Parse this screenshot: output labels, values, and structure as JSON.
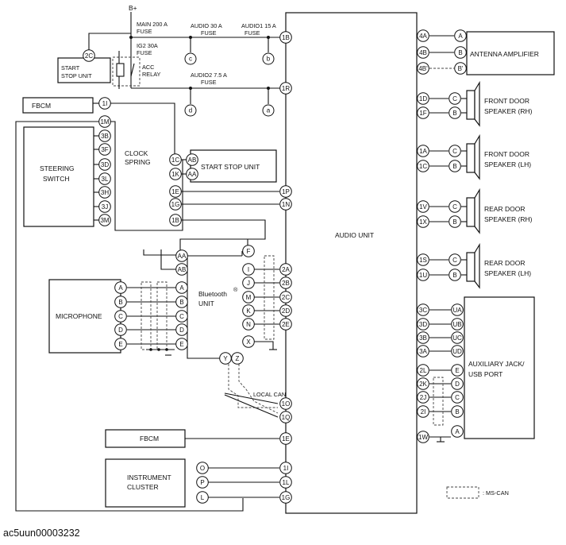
{
  "power": {
    "bplus": "B+",
    "main_fuse": "MAIN 200 A",
    "fuse_word": "FUSE",
    "ig2_fuse": "IG2 30A",
    "audio_fuse": "AUDIO 30 A",
    "audio1_fuse": "AUDIO1 15 A",
    "audio2_fuse": "AUDIO2 7.5 A",
    "acc_relay": "ACC",
    "relay_word": "RELAY"
  },
  "modules": {
    "start_stop": "START",
    "start_stop2": "STOP UNIT",
    "start_stop_full": "START STOP UNIT",
    "fbcm": "FBCM",
    "clock_spring": "CLOCK",
    "clock_spring2": "SPRING",
    "steering": "STEERING",
    "steering2": "SWITCH",
    "audio_unit": "AUDIO UNIT",
    "microphone": "MICROPHONE",
    "bluetooth": "Bluetooth",
    "bluetooth_reg": "®",
    "bluetooth2": "UNIT",
    "local_can": "LOCAL CAN",
    "instrument": "INSTRUMENT",
    "instrument2": "CLUSTER",
    "antenna": "ANTENNA AMPLIFIER",
    "fr_rh": "FRONT DOOR",
    "fr_rh2": "SPEAKER (RH)",
    "fr_lh": "FRONT DOOR",
    "fr_lh2": "SPEAKER (LH)",
    "rr_rh": "REAR DOOR",
    "rr_rh2": "SPEAKER (RH)",
    "rr_lh": "REAR DOOR",
    "rr_lh2": "SPEAKER (LH)",
    "aux": "AUXILIARY JACK/",
    "aux2": "USB PORT",
    "legend": ": MS-CAN"
  },
  "refs": {
    "a": "a",
    "b": "b",
    "c": "c",
    "d": "d"
  },
  "pins": {
    "start_2c": "2C",
    "fbcm_1i": "1I",
    "cs_1m": "1M",
    "cs_3b": "3B",
    "cs_3f": "3F",
    "cs_3d": "3D",
    "cs_3l": "3L",
    "cs_3h": "3H",
    "cs_3j": "3J",
    "cs_3m": "3M",
    "cs_1c": "1C",
    "cs_1k": "1K",
    "ss_ab": "AB",
    "ss_aa": "AA",
    "cs_1e": "1E",
    "cs_1g": "1G",
    "cs_1b": "1B",
    "au_1b": "1B",
    "au_1r": "1R",
    "au_1p": "1P",
    "au_1n": "1N",
    "bt_aa": "AA",
    "bt_ab": "AB",
    "bt_f": "F",
    "bt_i": "I",
    "bt_j": "J",
    "bt_m": "M",
    "bt_k": "K",
    "bt_n": "N",
    "bt_x": "X",
    "bt_y": "Y",
    "bt_z": "Z",
    "au_2a": "2A",
    "au_2b": "2B",
    "au_2c": "2C",
    "au_2d": "2D",
    "au_2e": "2E",
    "mic_a": "A",
    "mic_b": "B",
    "mic_c": "C",
    "mic_d": "D",
    "mic_e": "E",
    "bm_a": "A",
    "bm_b": "B",
    "bm_c": "C",
    "bm_d": "D",
    "bm_e": "E",
    "au_1o": "1O",
    "au_1q": "1Q",
    "au_1e": "1E",
    "ic_o": "O",
    "ic_p": "P",
    "ic_l": "L",
    "au_1i": "1I",
    "au_1l": "1L",
    "au_1g": "1G",
    "au_4a": "4A",
    "au_4b": "4B",
    "au_4b2": "4B'",
    "an_a": "A",
    "an_b": "B",
    "an_b2": "B'",
    "au_1d": "1D",
    "au_1f": "1F",
    "sp1_c": "C",
    "sp1_b": "B",
    "au_1a": "1A",
    "au_1c": "1C",
    "sp2_c": "C",
    "sp2_b": "B",
    "au_1v": "1V",
    "au_1x": "1X",
    "sp3_c": "C",
    "sp3_b": "B",
    "au_1s": "1S",
    "au_1u": "1U",
    "sp4_c": "C",
    "sp4_b": "B",
    "au_3c": "3C",
    "au_3d": "3D",
    "au_3b": "3B",
    "au_3a": "3A",
    "au_2l": "2L",
    "au_2k": "2K",
    "au_2j": "2J",
    "au_2i": "2I",
    "au_1w": "1W",
    "ax_ua": "UA",
    "ax_ub": "UB",
    "ax_uc": "UC",
    "ax_ud": "UD",
    "ax_e": "E",
    "ax_d": "D",
    "ax_c": "C",
    "ax_b": "B",
    "ax_a": "A"
  },
  "caption": "ac5uun00003232"
}
